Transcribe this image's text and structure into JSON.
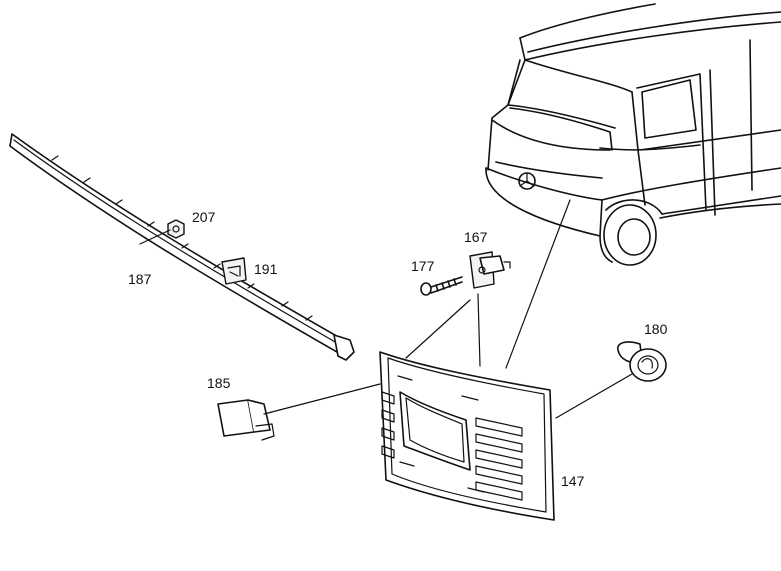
{
  "diagram": {
    "parts": [
      {
        "id": "p207",
        "number": "207"
      },
      {
        "id": "p191",
        "number": "191"
      },
      {
        "id": "p187",
        "number": "187"
      },
      {
        "id": "p167",
        "number": "167"
      },
      {
        "id": "p177",
        "number": "177"
      },
      {
        "id": "p180",
        "number": "180"
      },
      {
        "id": "p185",
        "number": "185"
      },
      {
        "id": "p147",
        "number": "147"
      }
    ]
  }
}
